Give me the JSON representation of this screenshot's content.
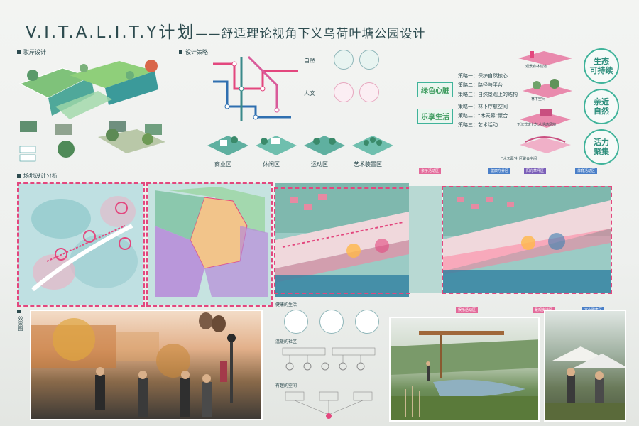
{
  "header": {
    "title_en": "V.I.T.A.L.I.T.Y计划",
    "title_sub": "——舒适理论视角下义乌荷叶塘公园设计"
  },
  "sections": {
    "shore": "驳岸设计",
    "strategy": "设计策略",
    "site": "场地设计分析",
    "effect": "效果图"
  },
  "strategy_diagram": {
    "nature": "自然",
    "culture": "人文"
  },
  "zones": [
    "商业区",
    "休闲区",
    "运动区",
    "艺术装置区"
  ],
  "themes": {
    "green_heart": {
      "label": "绿色心脏",
      "items": [
        "策略一：保护自然核心",
        "策略二：路径与平台",
        "策略三：自然景观上的结构"
      ]
    },
    "joy_life": {
      "label": "乐享生活",
      "items": [
        "策略一：林下疗愈空间",
        "策略二：“木天幕”聚合",
        "策略三：艺术活动"
      ]
    }
  },
  "strategy_tags": {
    "forest_walk": "观景森林栈道",
    "under_forest": "林下空间",
    "art_venue": "下沉式文化艺术活动场地",
    "canopy": "“木天幕”社区聚会空间"
  },
  "goals": [
    "生态\n可持续",
    "亲近\n自然",
    "活力\n聚集"
  ],
  "plan_tags": {
    "t1": "亲子活动区",
    "t2": "健康疗养区",
    "t3": "阳光草坪区",
    "t4": "体育活动区",
    "t5": "娱乐活动区",
    "t6": "景观步道区",
    "t7": "文化聚集区"
  },
  "life_labels": {
    "healthy": "健康的生活",
    "warm": "温暖的社区",
    "fun": "有趣的空间"
  },
  "colors": {
    "pink": "#e3477e",
    "teal": "#3fb39a",
    "dark": "#2d4b4f"
  }
}
